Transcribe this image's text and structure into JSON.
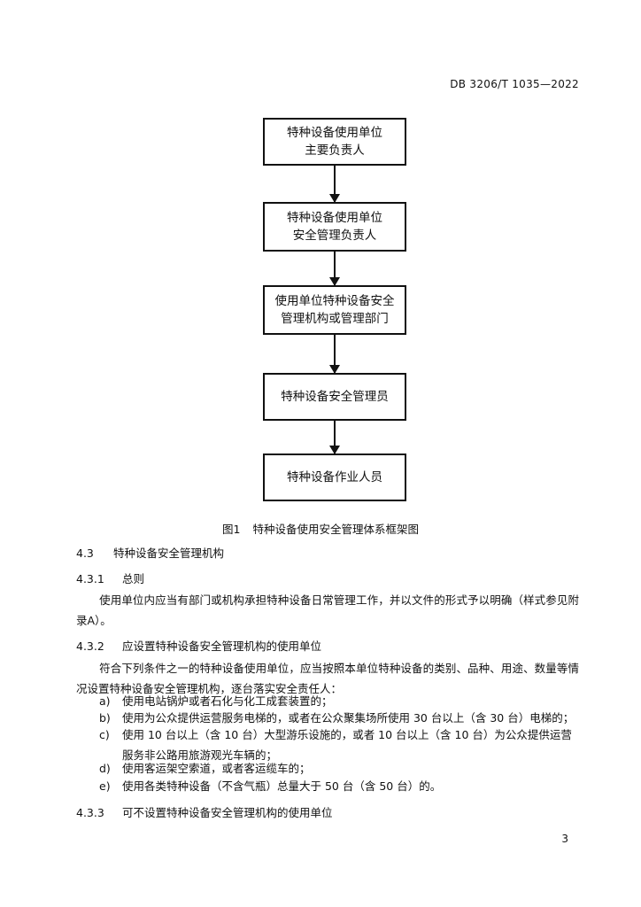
{
  "header": {
    "standard_code": "DB 3206/T 1035—2022"
  },
  "flowchart": {
    "boxes": [
      {
        "line1": "特种设备使用单位",
        "line2": "主要负责人"
      },
      {
        "line1": "特种设备使用单位",
        "line2": "安全管理负责人"
      },
      {
        "line1": "使用单位特种设备安全",
        "line2": "管理机构或管理部门"
      },
      {
        "line1": "特种设备安全管理员"
      },
      {
        "line1": "特种设备作业人员"
      }
    ]
  },
  "figure": {
    "label": "图1",
    "title": "特种设备使用安全管理体系框架图"
  },
  "sections": {
    "s43": {
      "number": "4.3",
      "title": "特种设备安全管理机构"
    },
    "s431": {
      "number": "4.3.1",
      "title": "总则",
      "paragraph": "使用单位内应当有部门或机构承担特种设备日常管理工作，并以文件的形式予以明确（样式参见附录A）。"
    },
    "s432": {
      "number": "4.3.2",
      "title": "应设置特种设备安全管理机构的使用单位",
      "paragraph": "符合下列条件之一的特种设备使用单位，应当按照本单位特种设备的类别、品种、用途、数量等情况设置特种设备安全管理机构，逐台落实安全责任人：",
      "items": [
        {
          "label": "a)",
          "text": "使用电站锅炉或者石化与化工成套装置的；"
        },
        {
          "label": "b)",
          "text": "使用为公众提供运营服务电梯的，或者在公众聚集场所使用 30 台以上（含 30 台）电梯的；"
        },
        {
          "label": "c)",
          "text": "使用 10 台以上（含 10 台）大型游乐设施的，或者 10 台以上（含 10 台）为公众提供运营服务非公路用旅游观光车辆的；"
        },
        {
          "label": "d)",
          "text": "使用客运架空索道，或者客运缆车的；"
        },
        {
          "label": "e)",
          "text": "使用各类特种设备（不含气瓶）总量大于 50 台（含 50 台）的。"
        }
      ]
    },
    "s433": {
      "number": "4.3.3",
      "title": "可不设置特种设备安全管理机构的使用单位"
    }
  },
  "footer": {
    "page_number": "3"
  }
}
